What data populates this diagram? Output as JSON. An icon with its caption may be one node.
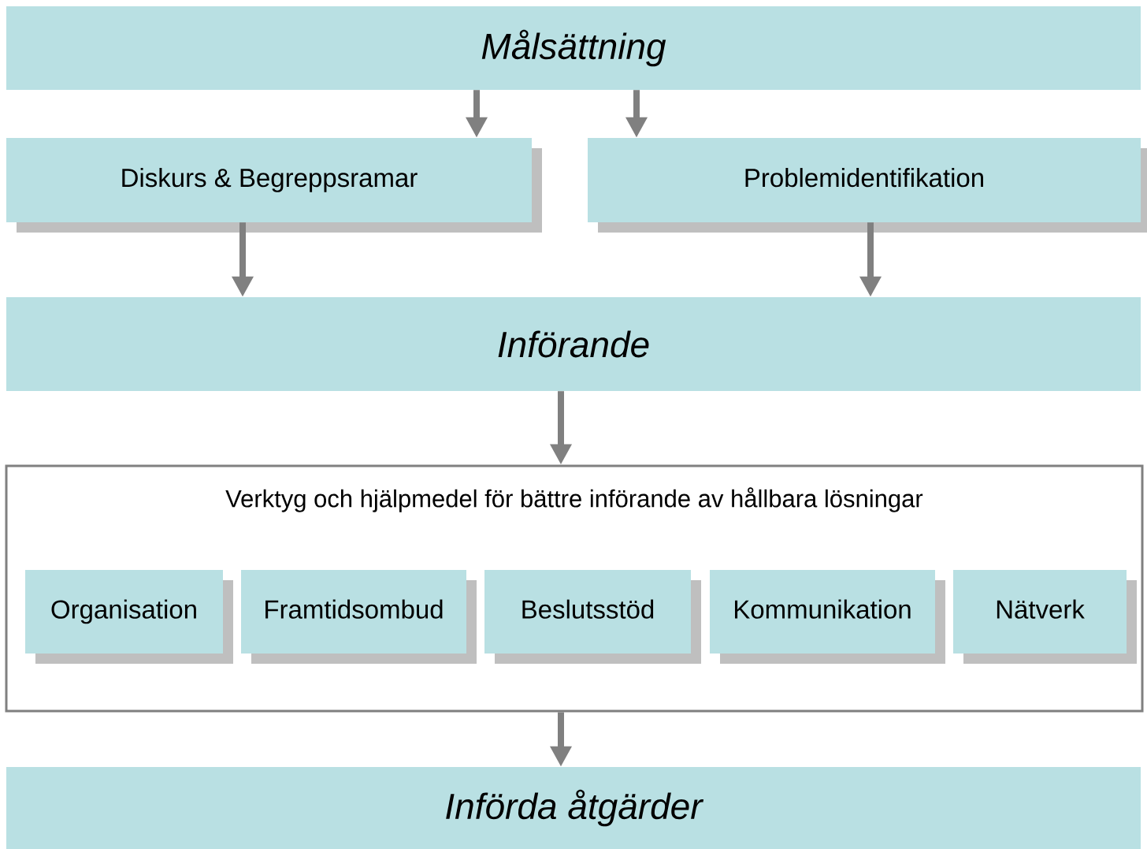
{
  "diagram": {
    "nodes": [
      {
        "text": [
          "Målsättning"
        ]
      },
      {
        "text": [
          "Diskurs & Begreppsramar"
        ]
      },
      {
        "text": [
          "Problemidentifikation"
        ]
      },
      {
        "text": [
          "Införande"
        ]
      },
      {
        "text": [
          "Verktyg och hjälpmedel för bättre införande av hållbara lösningar"
        ]
      },
      {
        "text": [
          "Organisation"
        ],
        "in": 4
      },
      {
        "text": [
          "Framtidsombud"
        ],
        "in": 4
      },
      {
        "text": [
          "Beslutsstöd"
        ],
        "in": 4
      },
      {
        "text": [
          "Kommunikation"
        ],
        "in": 4
      },
      {
        "text": [
          "Nätverk"
        ],
        "in": 4
      },
      {
        "text": [
          "Införda åtgärder"
        ]
      }
    ],
    "edges": [
      {
        "from": 0,
        "to": 1,
        "arrow": "to"
      },
      {
        "from": 0,
        "to": 2,
        "arrow": "to"
      },
      {
        "from": 1,
        "to": 3,
        "arrow": "to"
      },
      {
        "from": 2,
        "to": 3,
        "arrow": "to"
      },
      {
        "from": 3,
        "to": 4,
        "arrow": "to"
      },
      {
        "from": 4,
        "to": 10,
        "arrow": "to"
      }
    ]
  }
}
